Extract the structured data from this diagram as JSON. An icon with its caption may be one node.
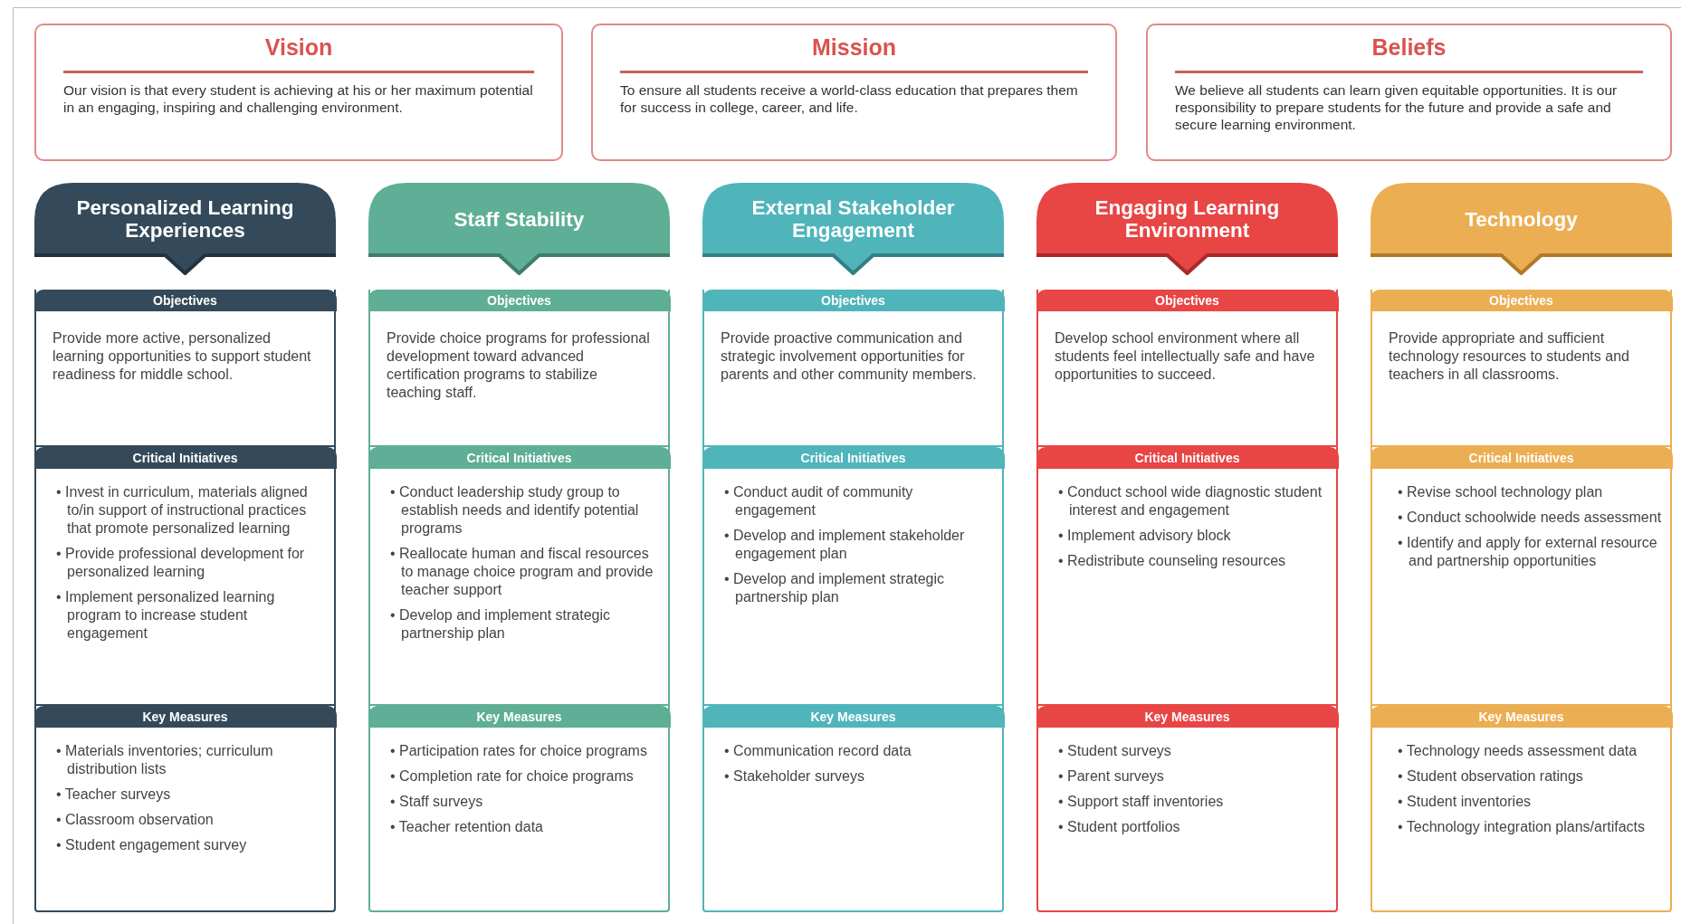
{
  "diagram": {
    "nodes": [
      {
        "text": [
          "Vision",
          "Our vision is that every student is achieving at his or her maximum potential in an engaging, inspiring and challenging environment."
        ]
      },
      {
        "text": [
          "Mission",
          "To ensure all students receive a world-class education that prepares them for success in college, career, and life."
        ]
      },
      {
        "text": [
          "Beliefs",
          "We believe all students can learn given equitable opportunities. It is our responsibility to prepare students for the future and provide a safe and secure learning environment."
        ]
      },
      {
        "text": [
          "Personalized Learning Experiences"
        ]
      },
      {
        "text": [
          "Objectives",
          "Provide more active, personalized learning opportunities to support student readiness for middle school."
        ]
      },
      {
        "text": [
          "Critical Initiatives",
          "• Invest in curriculum, materials aligned to/in support of instructional practices that promote personalized learning",
          "• Provide professional development for personalized learning",
          "• Implement personalized learning program to increase student engagement"
        ]
      },
      {
        "text": [
          "Key Measures",
          "• Materials inventories; curriculum distribution lists",
          "• Teacher surveys",
          "• Classroom observation",
          "• Student engagement survey"
        ]
      },
      {
        "text": [
          "Staff Stability"
        ]
      },
      {
        "text": [
          "Objectives",
          "Provide choice programs for professional development toward advanced certification programs to stabilize teaching staff."
        ]
      },
      {
        "text": [
          "Critical Initiatives",
          "• Conduct leadership study group to establish needs and identify potential programs",
          "• Reallocate human and fiscal resources to manage choice program and provide teacher support",
          "• Develop and implement strategic partnership plan"
        ]
      },
      {
        "text": [
          "Key Measures",
          "• Participation rates for choice programs",
          "• Completion rate for choice programs",
          "• Staff surveys",
          "• Teacher retention data"
        ]
      },
      {
        "text": [
          "External Stakeholder Engagement"
        ]
      },
      {
        "text": [
          "Objectives",
          "Provide proactive communication and strategic involvement opportunities for parents and other community members."
        ]
      },
      {
        "text": [
          "Critical Initiatives",
          "• Conduct audit of community engagement",
          "• Develop and implement stakeholder engagement plan",
          "• Develop and implement strategic partnership plan"
        ]
      },
      {
        "text": [
          "Key Measures",
          "• Communication record data",
          "• Stakeholder surveys"
        ]
      },
      {
        "text": [
          "Engaging Learning Environment"
        ]
      },
      {
        "text": [
          "Objectives",
          "Develop school environment where all students feel intellectually safe and have opportunities to succeed."
        ]
      },
      {
        "text": [
          "Critical Initiatives",
          "• Conduct school wide diagnostic student interest and engagement",
          "• Implement advisory block",
          "• Redistribute counseling resources"
        ]
      },
      {
        "text": [
          "Key Measures",
          "• Student surveys",
          "• Parent surveys",
          "• Support staff inventories",
          "• Student portfolios"
        ]
      },
      {
        "text": [
          "Technology"
        ]
      },
      {
        "text": [
          "Objectives",
          "Provide appropriate and sufficient technology resources to students and teachers in all classrooms."
        ]
      },
      {
        "text": [
          "Critical Initiatives",
          "• Revise school technology plan",
          "• Conduct schoolwide needs assessment",
          "• Identify and apply for external resource and partnership opportunities"
        ]
      },
      {
        "text": [
          "Key Measures",
          "• Technology needs assessment data",
          "• Student observation ratings",
          "• Student inventories",
          "• Technology integration plans/artifacts"
        ]
      }
    ]
  }
}
